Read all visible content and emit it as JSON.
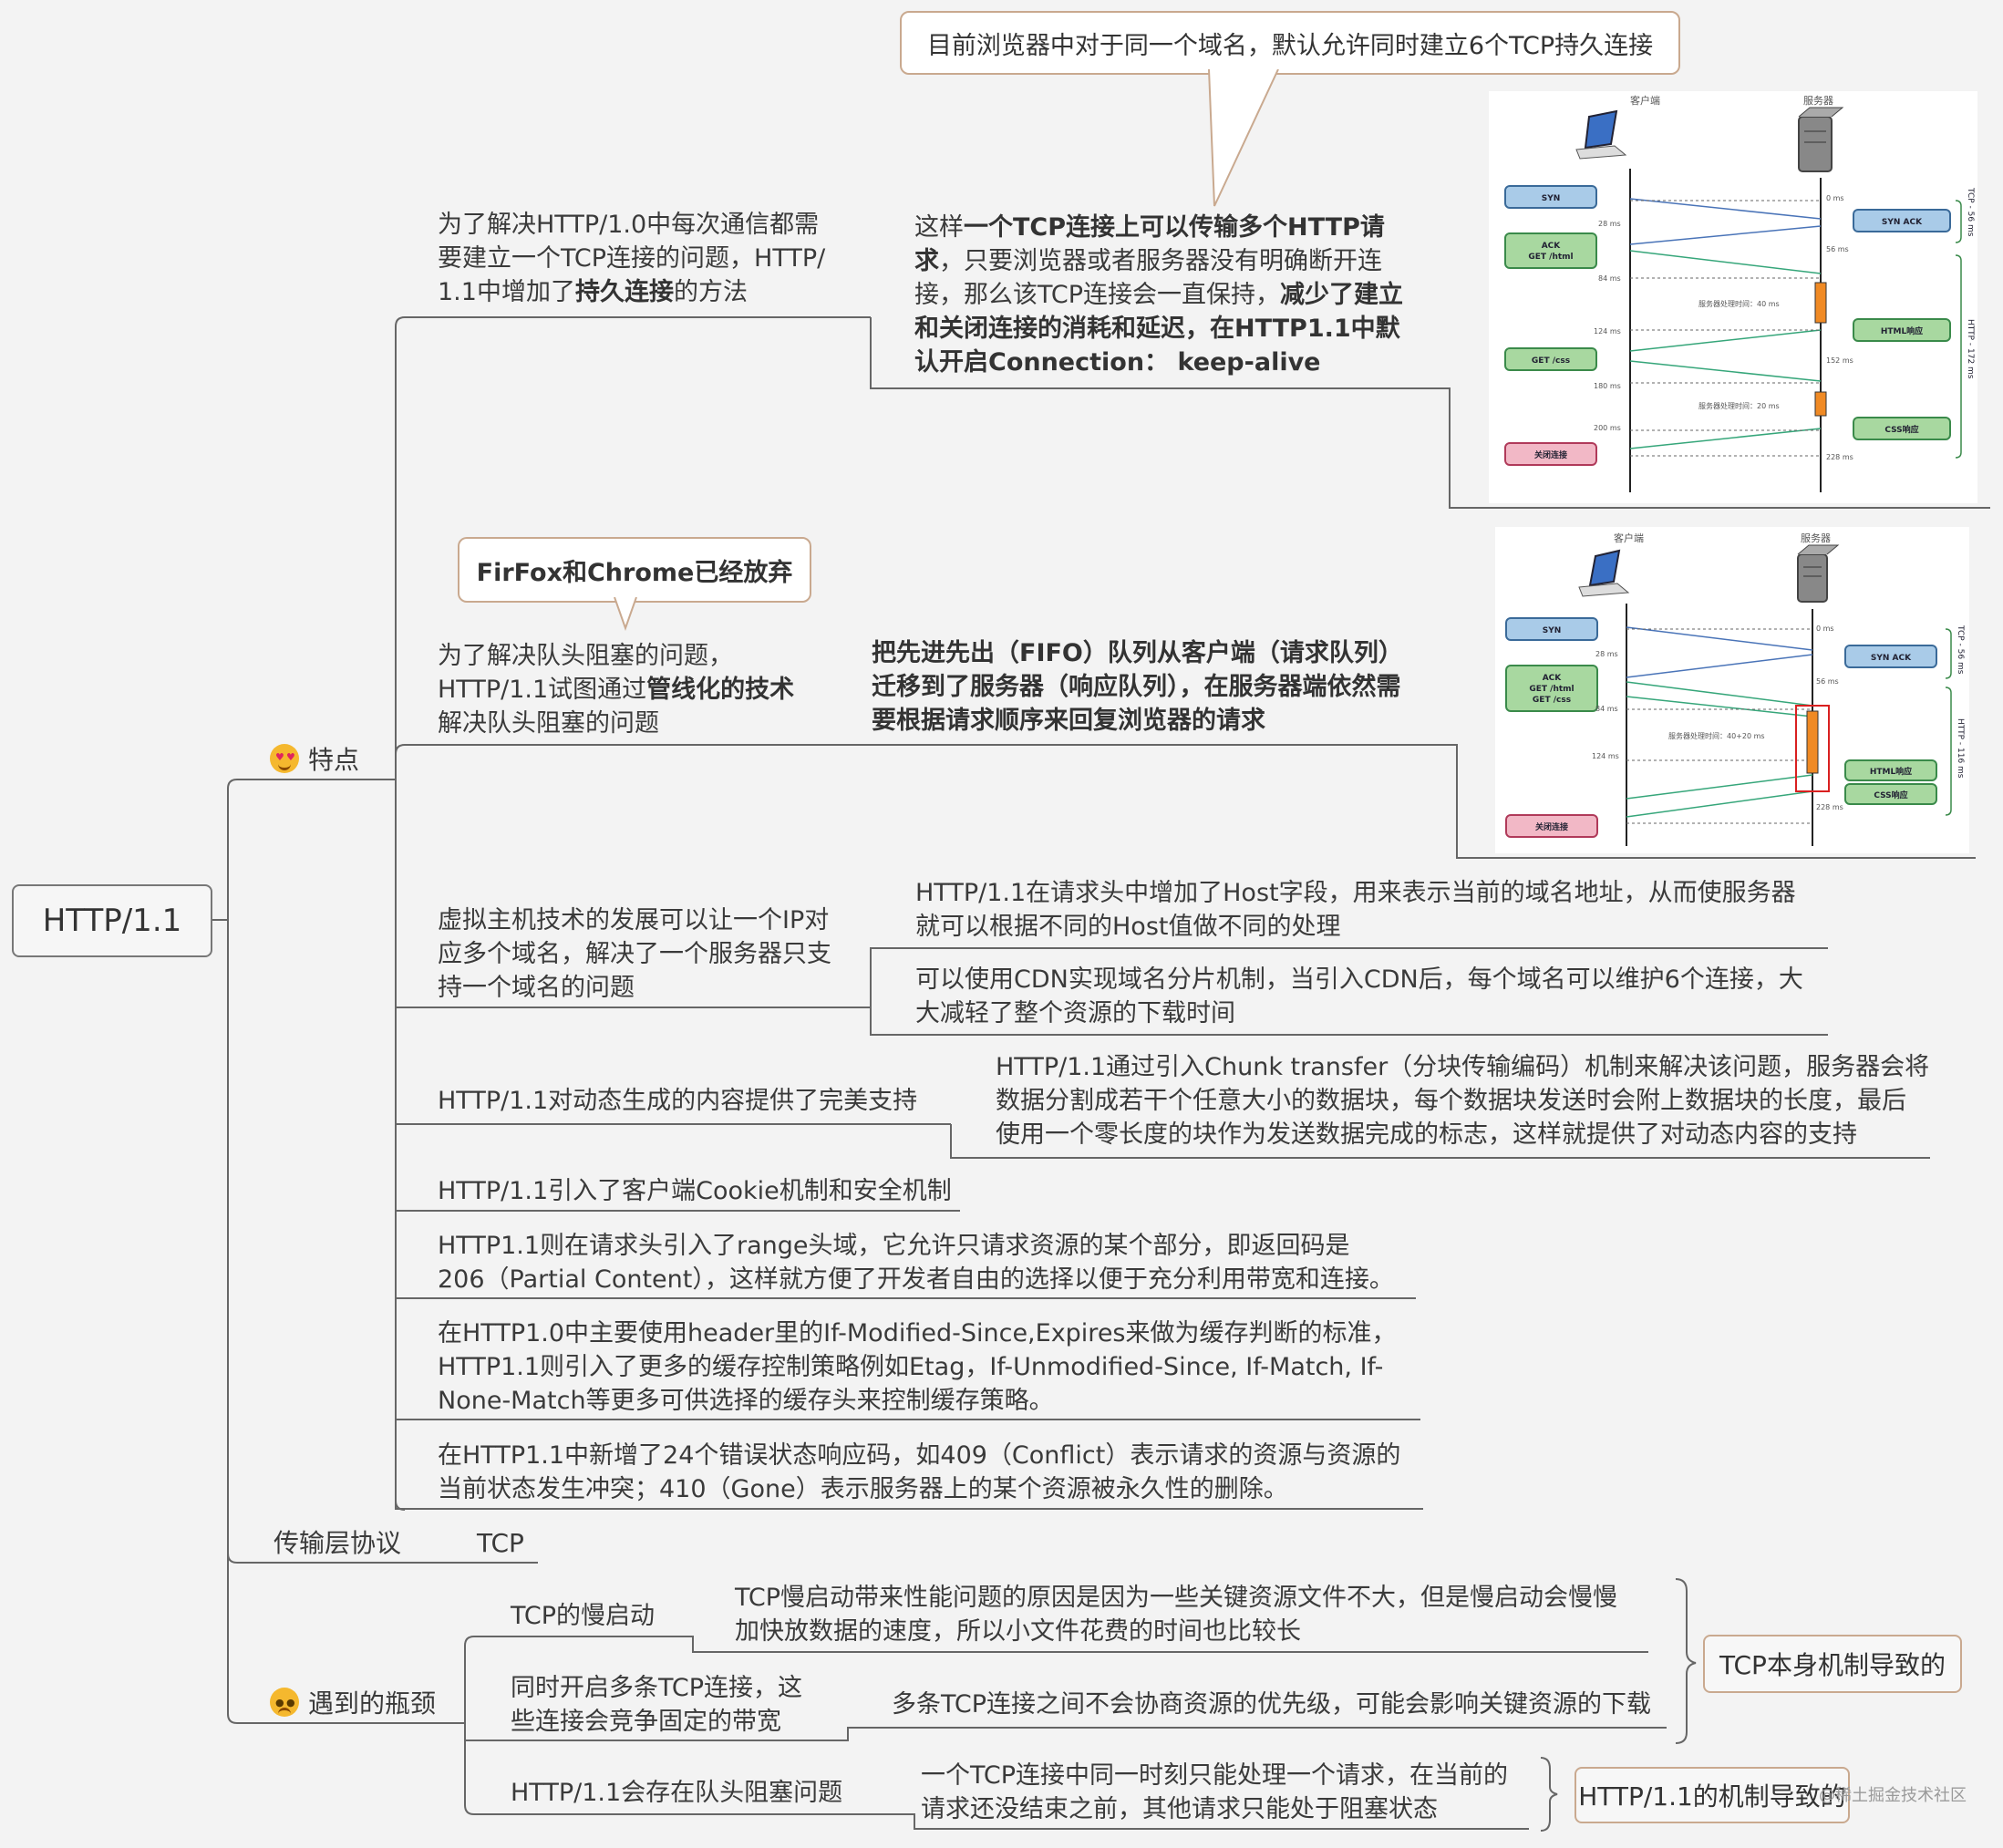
{
  "root": {
    "label": "HTTP/1.1"
  },
  "features": {
    "label": "特点",
    "persistent": {
      "l1": "为了解决HTTP/1.0中每次通信都需",
      "l2": "要建立一个TCP连接的问题，HTTP/",
      "l3a": "1.1中增加了",
      "l3b": "持久连接",
      "l3c": "的方法",
      "callout": "目前浏览器中对于同一个域名，默认允许同时建立6个TCP持久连接",
      "detail": {
        "a1": "这样",
        "a2": "一个TCP连接上可以传输多个HTTP请",
        "b1": "求",
        "b2": "，只要浏览器或者服务器没有明确断开连",
        "c1": "接，那么该TCP连接会一直保持，",
        "c2": "减少了建立",
        "d": "和关闭连接的消耗和延迟，在HTTP1.1中默",
        "e": "认开启Connection： keep-alive"
      }
    },
    "pipeline": {
      "callout": "FirFox和Chrome已经放弃",
      "l1": "为了解决队头阻塞的问题，",
      "l2a": "HTTP/1.1试图通过",
      "l2b": "管线化的技术",
      "l3": "解决队头阻塞的问题",
      "detail": {
        "l1": "把先进先出（FIFO）队列从客户端（请求队列）",
        "l2": "迁移到了服务器（响应队列），在服务器端依然需",
        "l3": "要根据请求顺序来回复浏览器的请求"
      }
    },
    "vhost": {
      "l1": "虚拟主机技术的发展可以让一个IP对",
      "l2": "应多个域名，解决了一个服务器只支",
      "l3": "持一个域名的问题",
      "host": {
        "l1": "HTTP/1.1在请求头中增加了Host字段，用来表示当前的域名地址，从而使服务器",
        "l2": "就可以根据不同的Host值做不同的处理"
      },
      "cdn": {
        "l1": "可以使用CDN实现域名分片机制，当引入CDN后，每个域名可以维护6个连接，大",
        "l2": "大减轻了整个资源的下载时间"
      }
    },
    "dynamic": {
      "label": "HTTP/1.1对动态生成的内容提供了完美支持",
      "l1": "HTTP/1.1通过引入Chunk transfer（分块传输编码）机制来解决该问题，服务器会将",
      "l2": "数据分割成若干个任意大小的数据块，每个数据块发送时会附上数据块的长度，最后",
      "l3": "使用一个零长度的块作为发送数据完成的标志，这样就提供了对动态内容的支持"
    },
    "cookie": "HTTP/1.1引入了客户端Cookie机制和安全机制",
    "range": {
      "l1": "HTTP1.1则在请求头引入了range头域，它允许只请求资源的某个部分，即返回码是",
      "l2": "206（Partial Content），这样就方便了开发者自由的选择以便于充分利用带宽和连接。"
    },
    "cache": {
      "l1": "在HTTP1.0中主要使用header里的If-Modified-Since,Expires来做为缓存判断的标准，",
      "l2": "HTTP1.1则引入了更多的缓存控制策略例如Etag，If-Unmodified-Since, If-Match, If-",
      "l3": "None-Match等更多可供选择的缓存头来控制缓存策略。"
    },
    "status": {
      "l1": "在HTTP1.1中新增了24个错误状态响应码，如409（Conflict）表示请求的资源与资源的",
      "l2": "当前状态发生冲突；410（Gone）表示服务器上的某个资源被永久性的删除。"
    }
  },
  "transport": {
    "label": "传输层协议",
    "value": "TCP"
  },
  "bottleneck": {
    "label": "遇到的瓶颈",
    "slow_start": {
      "label": "TCP的慢启动",
      "l1": "TCP慢启动带来性能问题的原因是因为一些关键资源文件不大，但是慢启动会慢慢",
      "l2": "加快放数据的速度，所以小文件花费的时间也比较长"
    },
    "multi_conn": {
      "l1": "同时开启多条TCP连接，这",
      "l2": "些连接会竞争固定的带宽",
      "detail": "多条TCP连接之间不会协商资源的优先级，可能会影响关键资源的下载"
    },
    "hol": {
      "label": "HTTP/1.1会存在队头阻塞问题",
      "l1": "一个TCP连接中同一时刻只能处理一个请求，在当前的",
      "l2": "请求还没结束之前，其他请求只能处于阻塞状态"
    },
    "tag_tcp": "TCP本身机制导致的",
    "tag_http": "HTTP/1.1的机制导致的"
  },
  "diagram1": {
    "client": "客户端",
    "server": "服务器",
    "syn": "SYN",
    "synack": "SYN ACK",
    "ack1": "ACK",
    "ack2": "GET /html",
    "getcss": "GET /css",
    "close": "关闭连接",
    "html": "HTML响应",
    "css": "CSS响应",
    "proc1": "服务器处理时间：40 ms",
    "proc2": "服务器处理时间：20 ms",
    "tcp": "TCP - 56 ms",
    "http": "HTTP - 172 ms",
    "times_l": [
      "28 ms",
      "84 ms",
      "124 ms",
      "180 ms",
      "200 ms"
    ],
    "times_r": [
      "0 ms",
      "56 ms",
      "152 ms",
      "228 ms"
    ]
  },
  "diagram2": {
    "client": "客户端",
    "server": "服务器",
    "syn": "SYN",
    "synack": "SYN ACK",
    "ack1": "ACK",
    "ack2": "GET /html",
    "ack3": "GET /css",
    "close": "关闭连接",
    "html": "HTML响应",
    "css": "CSS响应",
    "proc": "服务器处理时间：40+20 ms",
    "tcp": "TCP - 56 ms",
    "http": "HTTP - 116 ms",
    "times_l": [
      "28 ms",
      "84 ms",
      "124 ms"
    ],
    "times_r": [
      "0 ms",
      "56 ms",
      "228 ms"
    ]
  },
  "watermark": "@稀土掘金技术社区"
}
